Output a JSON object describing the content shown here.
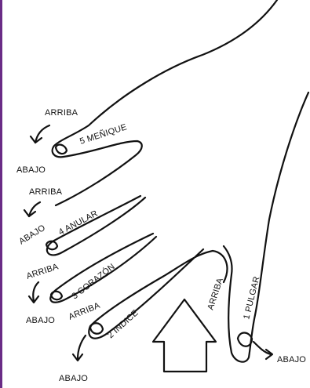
{
  "fingers": [
    {
      "number_label": "5 MEÑIQUE",
      "up_label": "ARRIBA",
      "down_label": "ABAJO"
    },
    {
      "number_label": "4 ANULAR",
      "up_label": "ARRIBA",
      "down_label": "ABAJO"
    },
    {
      "number_label": "3 CORAZÓN",
      "up_label": "ARRIBA",
      "down_label": "ABAJO"
    },
    {
      "number_label": "2 INDICE",
      "up_label": "ARRIBA",
      "down_label": "ABAJO"
    },
    {
      "number_label": "1 PULGAR",
      "up_label": "ARRIBA",
      "down_label": "ABAJO"
    }
  ]
}
